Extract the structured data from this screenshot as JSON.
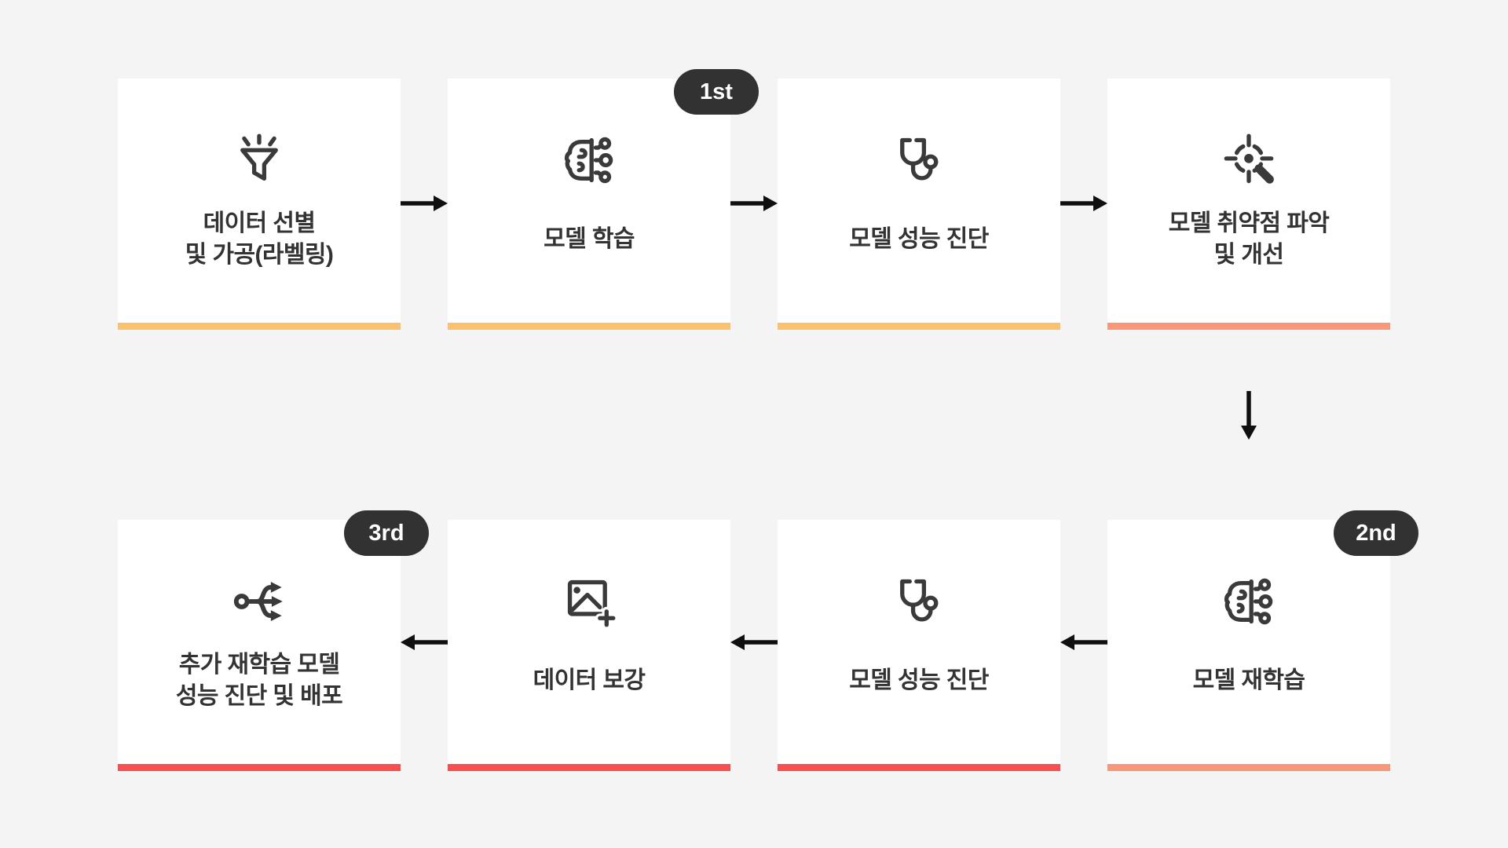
{
  "theme": {
    "page_bg": "#f4f4f5",
    "card_bg": "#ffffff",
    "text_color": "#333333",
    "icon_color": "#3a3a3a",
    "arrow_color": "#0f0f0f",
    "badge_bg": "#323232",
    "badge_text": "#ffffff"
  },
  "accents": {
    "amber": "#fbc16c",
    "salmon": "#f99879",
    "red": "#fb4f4f"
  },
  "cards": [
    {
      "icon": "funnel-sparkle-icon",
      "line1": "데이터 선별",
      "line2": "및 가공(라벨링)",
      "accent": "#fbc16c",
      "badge": ""
    },
    {
      "icon": "ai-brain-circuit-icon",
      "line1": "모델 학습",
      "line2": "",
      "accent": "#fbc16c",
      "badge": "1st"
    },
    {
      "icon": "stethoscope-icon",
      "line1": "모델 성능 진단",
      "line2": "",
      "accent": "#fbc16c",
      "badge": ""
    },
    {
      "icon": "target-search-icon",
      "line1": "모델 취약점 파악",
      "line2": "및 개선",
      "accent": "#f99879",
      "badge": ""
    },
    {
      "icon": "ai-brain-circuit-icon",
      "line1": "모델 재학습",
      "line2": "",
      "accent": "#f99879",
      "badge": "2nd"
    },
    {
      "icon": "stethoscope-icon",
      "line1": "모델 성능 진단",
      "line2": "",
      "accent": "#fb4f4f",
      "badge": ""
    },
    {
      "icon": "image-plus-icon",
      "line1": "데이터 보강",
      "line2": "",
      "accent": "#fb4f4f",
      "badge": ""
    },
    {
      "icon": "split-arrows-icon",
      "line1": "추가 재학습 모델",
      "line2": "성능 진단 및 배포",
      "accent": "#fb4f4f",
      "badge": "3rd"
    }
  ]
}
